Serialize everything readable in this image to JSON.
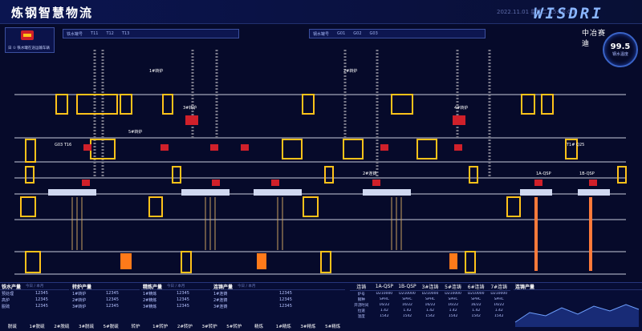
{
  "header": {
    "title": "炼钢智慧物流",
    "datetime": "2022.11.01 星期二 15:36:00",
    "logo_text": "WISDRI",
    "logo_sub": "中冶赛迪",
    "gauge_value": "99.5",
    "gauge_label": "钢水温度"
  },
  "legend": {
    "text": "日 ① 铁水罐在途运输车辆"
  },
  "infobox_left": {
    "label": "铁水罐号",
    "items": [
      "T11",
      "T12",
      "T13"
    ]
  },
  "infobox_right": {
    "label": "钢水罐号",
    "items": [
      "G01",
      "G02",
      "G03"
    ]
  },
  "scene": {
    "labels": [
      "1#转炉",
      "2#转炉",
      "3#转炉",
      "4#转炉",
      "5#转炉",
      "1A-QSP",
      "1B-QSP",
      "T1# Q25",
      "G03 T16",
      "2#连铸"
    ]
  },
  "panels": {
    "iron": {
      "title": "铁水产量",
      "sub": "今日 / 本月",
      "rows": [
        [
          "预处理",
          "12345"
        ],
        [
          "高炉",
          "12345"
        ],
        [
          "脱硫",
          "12345"
        ]
      ]
    },
    "converter": {
      "title": "转炉产量",
      "sub": "",
      "rows": [
        [
          "1#转炉",
          "12345"
        ],
        [
          "2#转炉",
          "12345"
        ],
        [
          "3#转炉",
          "12345"
        ]
      ]
    },
    "refine": {
      "title": "精炼产量",
      "sub": "今日 / 本月",
      "rows": [
        [
          "1#精炼",
          "12345"
        ],
        [
          "2#精炼",
          "12345"
        ],
        [
          "3#精炼",
          "12345"
        ]
      ]
    },
    "caster": {
      "title": "连铸产量",
      "sub": "今日 / 本月",
      "rows": [
        [
          "1#连铸",
          "12345"
        ],
        [
          "2#连铸",
          "12345"
        ],
        [
          "3#连铸",
          "12345"
        ]
      ]
    }
  },
  "nav": [
    "脱硫",
    "1#脱硫",
    "2#脱硫",
    "3#脱硫",
    "5#脱硫",
    "转炉",
    "1#转炉",
    "2#转炉",
    "3#转炉",
    "5#转炉",
    "精炼",
    "1#精炼",
    "3#精炼",
    "5#精炼"
  ],
  "table": {
    "headers": [
      "连铸",
      "1A-QSP",
      "1B-QSP",
      "3#连铸",
      "5#连铸",
      "6#连铸",
      "7#连铸"
    ],
    "rows": [
      [
        "炉号",
        "D210000",
        "D210000",
        "D210000",
        "D210000",
        "D210000",
        "D210000"
      ],
      [
        "钢种",
        "SPHC",
        "SPHC",
        "SPHC",
        "SPHC",
        "SPHC",
        "SPHC"
      ],
      [
        "开浇时间",
        "16/22",
        "16/22",
        "16/22",
        "16/22",
        "16/22",
        "16/22"
      ],
      [
        "拉速",
        "1.42",
        "1.42",
        "1.42",
        "1.42",
        "1.42",
        "1.42"
      ],
      [
        "温度",
        "1542",
        "1542",
        "1542",
        "1542",
        "1542",
        "1542"
      ]
    ]
  },
  "mini_chart": {
    "title": "连铸产量"
  },
  "colors": {
    "accent": "#ffc21a",
    "bg": "#060a2a",
    "track": "#c8ccdc",
    "ladle": "#d0202a"
  }
}
